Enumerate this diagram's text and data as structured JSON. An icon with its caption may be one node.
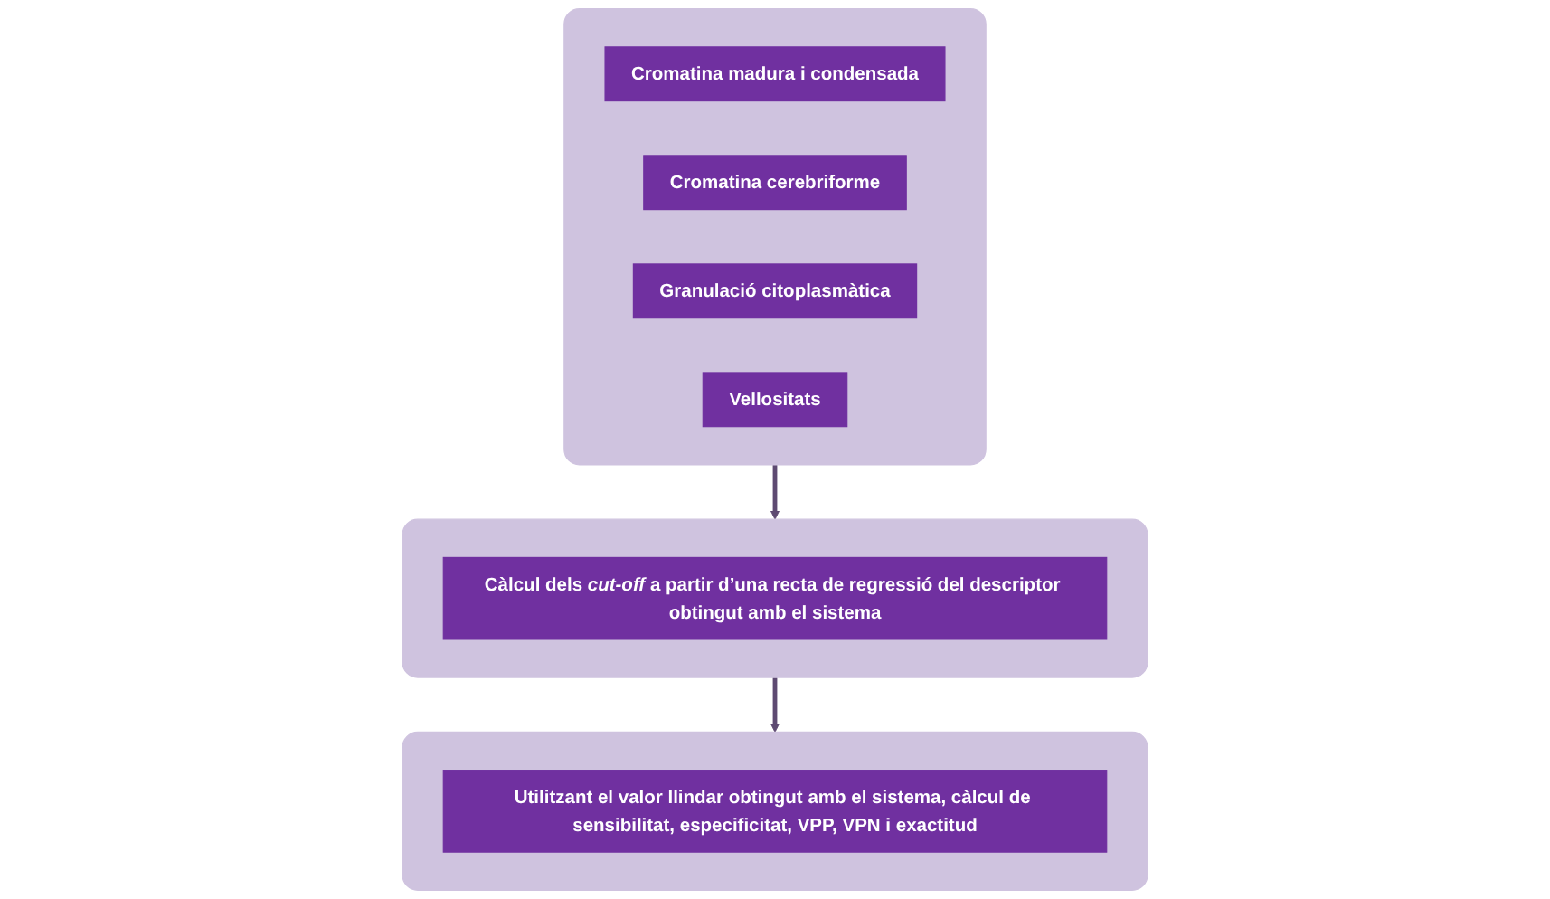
{
  "diagram": {
    "nodes": [
      {
        "text": [],
        "shape": "box"
      },
      {
        "text": [
          "Cromatina madura i condensada"
        ],
        "in": 0
      },
      {
        "text": [
          "Cromatina cerebriforme"
        ],
        "in": 0
      },
      {
        "text": [
          "Granulació citoplasmàtica"
        ],
        "in": 0
      },
      {
        "text": [
          "Vellositats"
        ],
        "in": 0
      },
      {
        "text": [],
        "shape": "box"
      },
      {
        "text": [
          "Càlcul dels *cut-off* a partir d’una recta de regressió del descriptor obtingut amb el sistema"
        ],
        "in": 5
      },
      {
        "text": [],
        "shape": "box"
      },
      {
        "text": [
          "Utilitzant el valor llindar obtingut amb el sistema, càlcul de sensibilitat, especificitat, VPP, VPN i exactitud"
        ],
        "in": 7
      }
    ],
    "edges": [
      {
        "from": 0,
        "to": 5,
        "arrow": "to"
      },
      {
        "from": 5,
        "to": 7,
        "arrow": "to"
      }
    ]
  }
}
